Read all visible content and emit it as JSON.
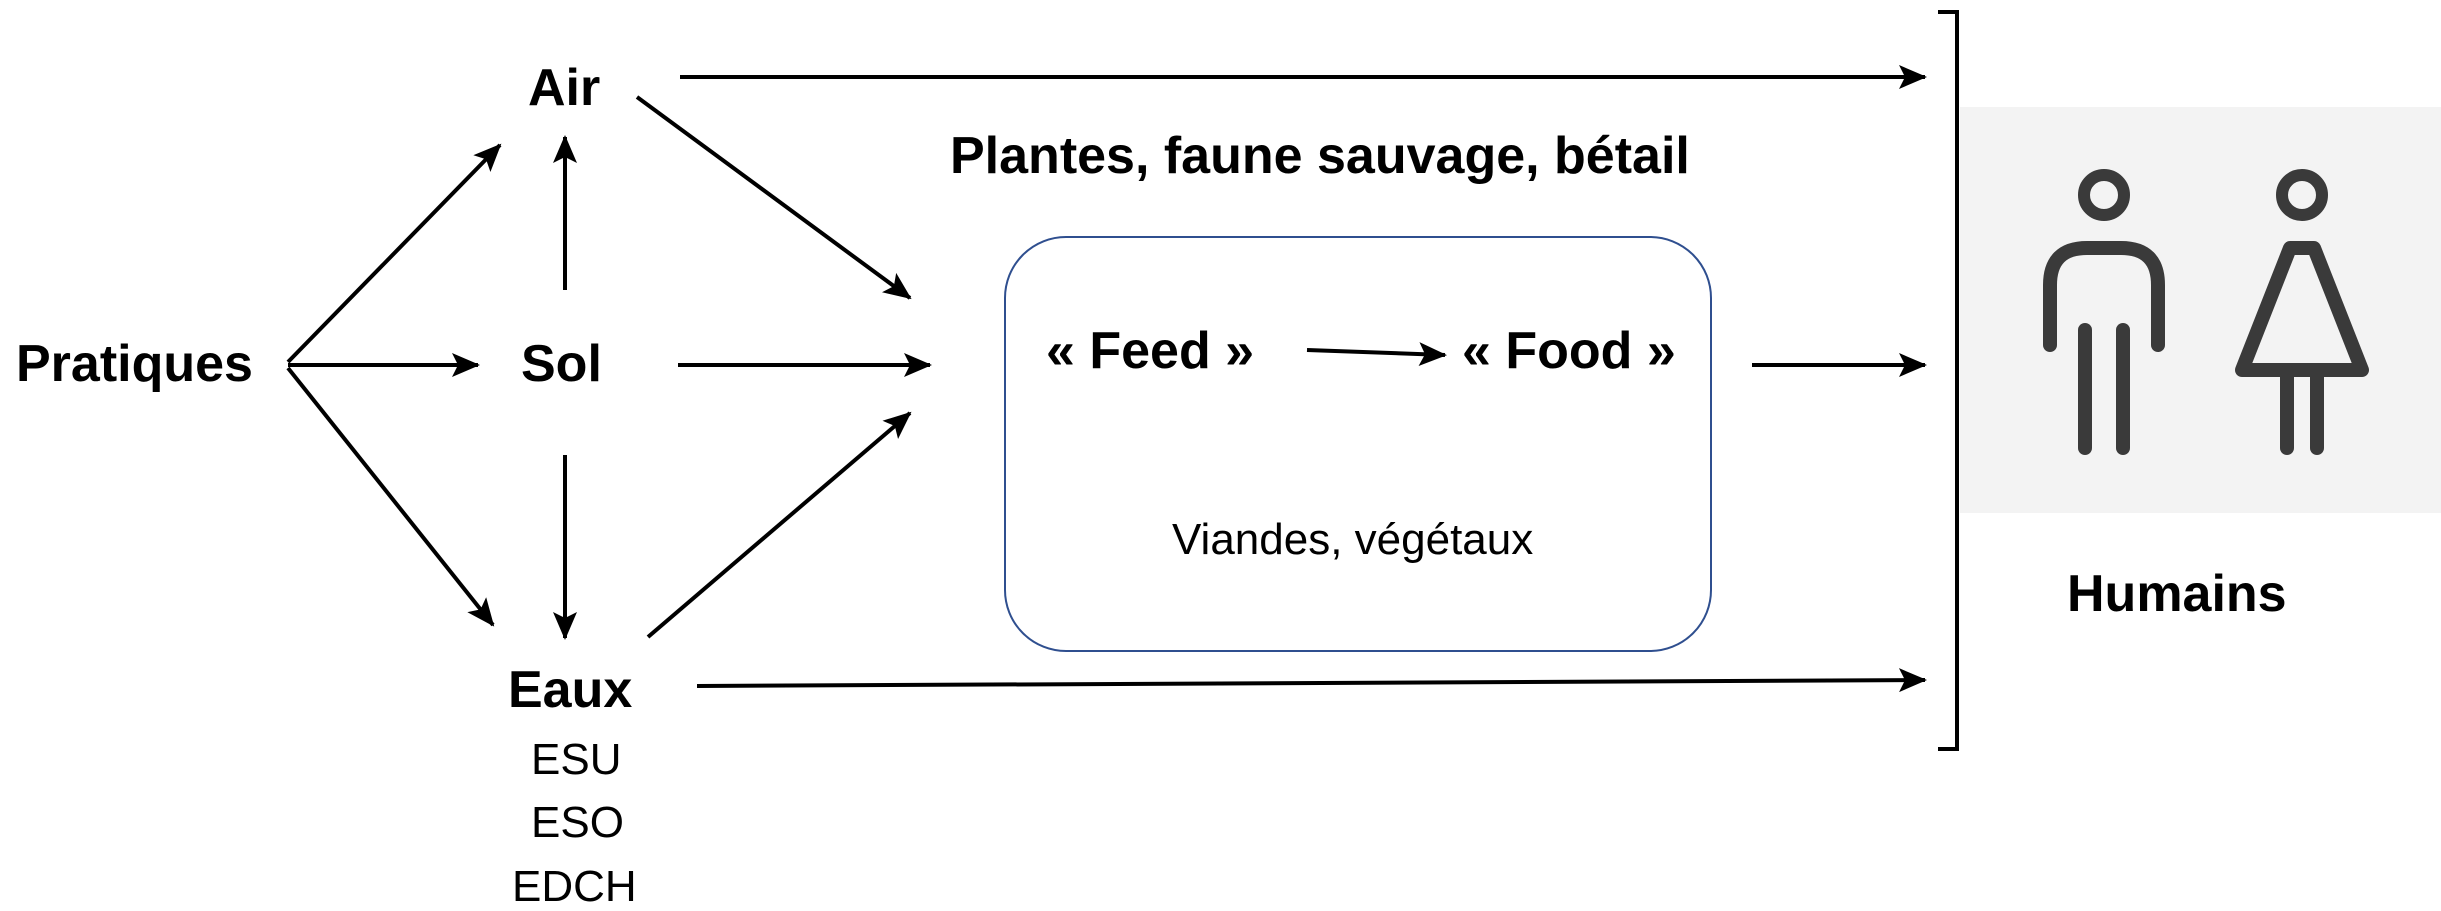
{
  "nodes": {
    "pratiques": "Pratiques",
    "air": "Air",
    "sol": "Sol",
    "eaux": "Eaux",
    "eaux_sub": [
      "ESU",
      "ESO",
      "EDCH"
    ]
  },
  "food_chain": {
    "heading": "Plantes, faune sauvage, bétail",
    "feed": "« Feed »",
    "food": "« Food »",
    "caption": "Viandes, végétaux"
  },
  "target": {
    "label": "Humains",
    "icons": [
      "man-icon",
      "woman-icon"
    ],
    "icon_color": "#3a3a3a",
    "panel_color": "#f3f3f3"
  },
  "colors": {
    "arrow": "#000000",
    "box_border": "#2f4f8f"
  }
}
